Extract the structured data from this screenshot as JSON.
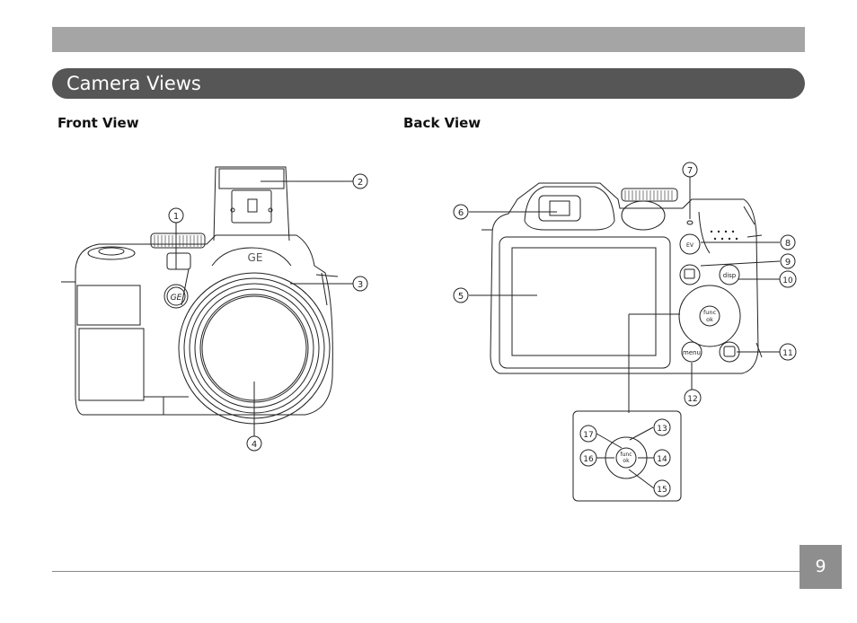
{
  "section": {
    "title": "Camera Views"
  },
  "front_view": {
    "heading": "Front View",
    "callouts": [
      "1",
      "2",
      "3",
      "4"
    ],
    "brand_text": "GE"
  },
  "back_view": {
    "heading": "Back View",
    "callouts": [
      "5",
      "6",
      "7",
      "8",
      "9",
      "10",
      "11",
      "12"
    ],
    "button_labels": {
      "func": "func",
      "ok": "ok",
      "menu": "menu",
      "disp": "disp"
    }
  },
  "inset": {
    "callouts": [
      "13",
      "14",
      "15",
      "16",
      "17"
    ]
  },
  "footer": {
    "page_number": "9"
  },
  "colors": {
    "band": "#a5a5a5",
    "section_bar": "#565656",
    "page_box": "#8e8e8e"
  }
}
